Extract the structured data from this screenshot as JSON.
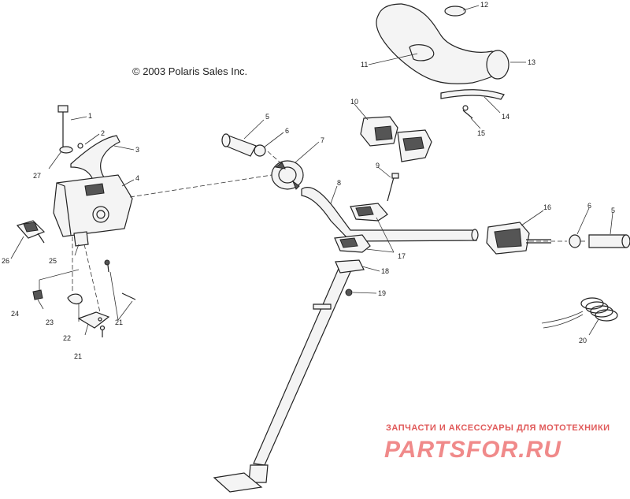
{
  "copyright": "© 2003 Polaris Sales Inc.",
  "watermark": {
    "top": "ЗАПЧАСТИ И АКСЕССУАРЫ ДЛЯ МОТОТЕХНИКИ",
    "main": "PARTSFOR.RU"
  },
  "callouts": [
    "1",
    "2",
    "3",
    "4",
    "5",
    "6",
    "7",
    "8",
    "9",
    "10",
    "11",
    "12",
    "13",
    "14",
    "15",
    "16",
    "6",
    "5",
    "17",
    "18",
    "19",
    "20",
    "21",
    "21",
    "22",
    "23",
    "24",
    "25",
    "26",
    "27"
  ]
}
